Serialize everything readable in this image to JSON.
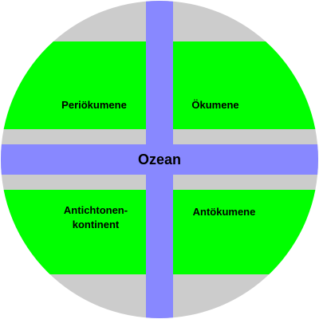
{
  "diagram": {
    "regions": {
      "top_left": "Periökumene",
      "top_right": "Ökumene",
      "bottom_left_line1": "Antichtonen-",
      "bottom_left_line2": "kontinent",
      "bottom_right": "Antökumene",
      "center": "Ozean"
    },
    "colors": {
      "land": "#00ff00",
      "polar": "#cccccc",
      "ocean": "#8888ff",
      "background": "#ffffff",
      "text": "#000000"
    }
  }
}
